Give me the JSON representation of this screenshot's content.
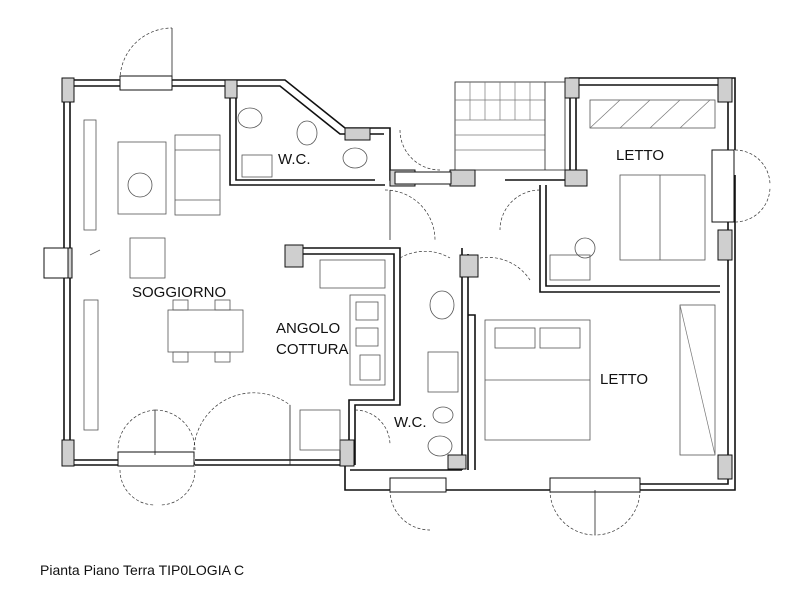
{
  "rooms": {
    "soggiorno": "SOGGIORNO",
    "angolo_cottura_line1": "ANGOLO",
    "angolo_cottura_line2": "COTTURA",
    "wc_upper": "W.C.",
    "wc_lower": "W.C.",
    "letto_upper": "LETTO",
    "letto_lower": "LETTO"
  },
  "caption": "Pianta Piano Terra TIP0LOGIA C"
}
